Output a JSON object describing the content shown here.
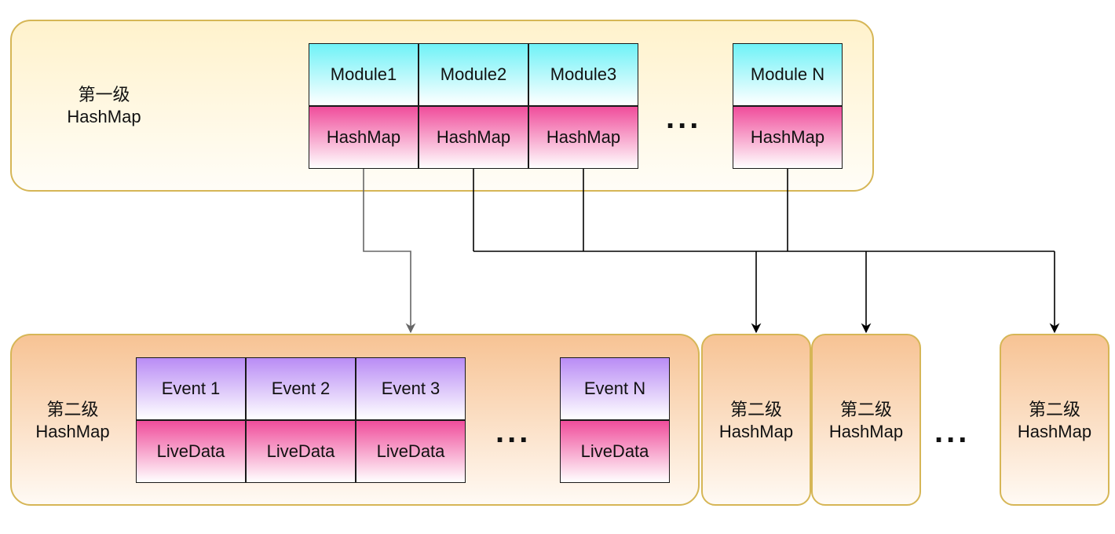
{
  "level1": {
    "label_line1": "第一级",
    "label_line2": "HashMap",
    "columns": [
      {
        "key": "Module1",
        "value": "HashMap"
      },
      {
        "key": "Module2",
        "value": "HashMap"
      },
      {
        "key": "Module3",
        "value": "HashMap"
      },
      {
        "key": "Module N",
        "value": "HashMap"
      }
    ],
    "ellipsis": "..."
  },
  "level2": {
    "label_line1": "第二级",
    "label_line2": "HashMap",
    "columns": [
      {
        "key": "Event 1",
        "value": "LiveData"
      },
      {
        "key": "Event 2",
        "value": "LiveData"
      },
      {
        "key": "Event 3",
        "value": "LiveData"
      },
      {
        "key": "Event N",
        "value": "LiveData"
      }
    ],
    "ellipsis": "..."
  },
  "level2_boxes": [
    {
      "line1": "第二级",
      "line2": "HashMap"
    },
    {
      "line1": "第二级",
      "line2": "HashMap"
    },
    {
      "line1": "第二级",
      "line2": "HashMap"
    }
  ],
  "boxes_ellipsis": "...",
  "colors": {
    "panel_border": "#d6b656",
    "level1_fill": "#fff2cc",
    "level2_fill": "#f7c394",
    "module_fill": "#6ff2f7",
    "event_fill": "#b98cf5",
    "value_fill": "#f04d9b",
    "connector_gray": "#666666",
    "connector_black": "#000000"
  }
}
